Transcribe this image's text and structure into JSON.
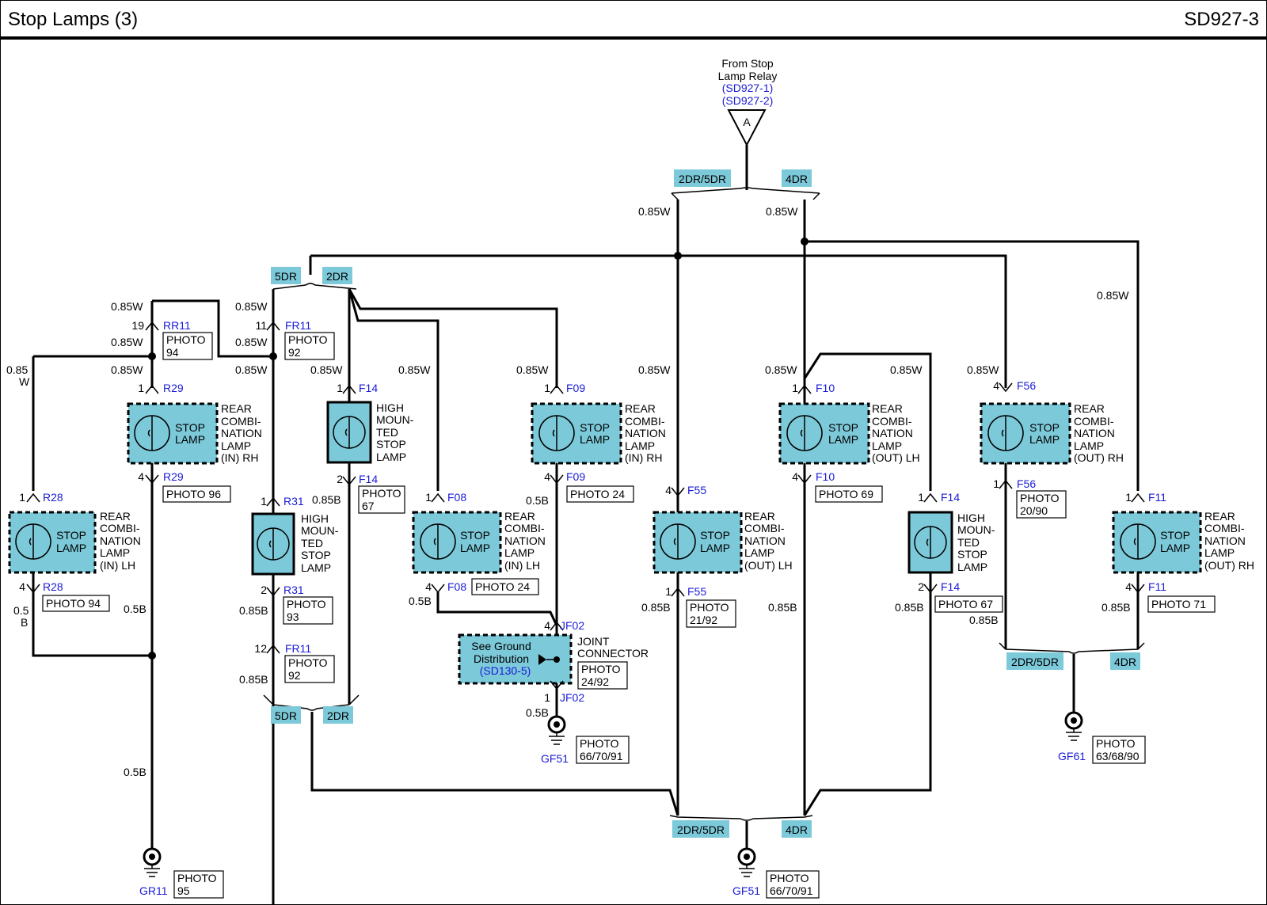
{
  "header": {
    "title": "Stop Lamps (3)",
    "sheet": "SD927-3"
  },
  "source": {
    "line1": "From Stop",
    "line2": "Lamp Relay",
    "ref1": "(SD927-1)",
    "ref2": "(SD927-2)",
    "letter": "A"
  },
  "tags": {
    "t2dr5dr": "2DR/5DR",
    "t4dr": "4DR",
    "t5dr": "5DR",
    "t2dr": "2DR"
  },
  "wires": {
    "w085W": "0.85W",
    "w05B": "0.5B",
    "w085B": "0.85B",
    "w085": "0.85",
    "wW": "W",
    "w05": "0.5",
    "wB": "B"
  },
  "pins": {
    "p1": "1",
    "p2": "2",
    "p4": "4",
    "p11": "11",
    "p12": "12",
    "p19": "19"
  },
  "connectors": {
    "RR11": "RR11",
    "FR11": "FR11",
    "R29": "R29",
    "R28": "R28",
    "R31": "R31",
    "F14": "F14",
    "F09": "F09",
    "F08": "F08",
    "F55": "F55",
    "F10": "F10",
    "F56": "F56",
    "F11": "F11",
    "JF02": "JF02"
  },
  "lamps": {
    "stop1": "STOP",
    "stop2": "LAMP",
    "rcl_in_rh": [
      "REAR",
      "COMBI-",
      "NATION",
      "LAMP",
      "(IN) RH"
    ],
    "rcl_in_lh": [
      "REAR",
      "COMBI-",
      "NATION",
      "LAMP",
      "(IN) LH"
    ],
    "rcl_out_lh": [
      "REAR",
      "COMBI-",
      "NATION",
      "LAMP",
      "(OUT) LH"
    ],
    "rcl_out_rh": [
      "REAR",
      "COMBI-",
      "NATION",
      "LAMP",
      "(OUT) RH"
    ],
    "hmsl": [
      "HIGH",
      "MOUN-",
      "TED",
      "STOP",
      "LAMP"
    ]
  },
  "joint": {
    "see1": "See Ground",
    "see2": "Distribution",
    "see_ref": "(SD130-5)",
    "label1": "JOINT",
    "label2": "CONNECTOR"
  },
  "photos": {
    "PHOTO": "PHOTO",
    "p94": "94",
    "p92": "92",
    "p95": "95",
    "p93": "93",
    "p67": "67",
    "p20_90": "20/90",
    "p21_92": "21/92",
    "p24_92": "24/92",
    "p66_70_91": "66/70/91",
    "p63_68_90": "63/68/90",
    "PHOTO 96": "PHOTO 96",
    "PHOTO 94": "PHOTO 94",
    "PHOTO 24": "PHOTO 24",
    "PHOTO 69": "PHOTO 69",
    "PHOTO 67": "PHOTO 67",
    "PHOTO 71": "PHOTO 71"
  },
  "grounds": {
    "GR11": "GR11",
    "GF51": "GF51",
    "GF61": "GF61"
  },
  "colors": {
    "component_fill": "#7cc9d9",
    "connector_text": "#1a1ad6",
    "wire": "#000000"
  }
}
